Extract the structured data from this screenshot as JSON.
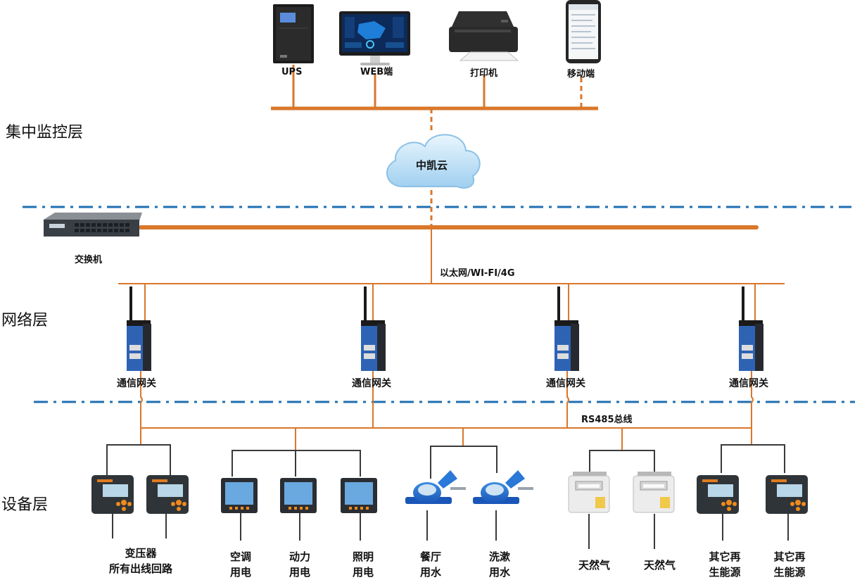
{
  "layers": {
    "monitoring": "集中监控层",
    "network": "网络层",
    "device": "设备层"
  },
  "top_devices": {
    "ups": "UPS",
    "web": "WEB端",
    "printer": "打印机",
    "mobile": "移动端"
  },
  "cloud": {
    "label": "中凯云"
  },
  "switch": {
    "label": "交换机"
  },
  "ethernet_label": "以太网/WI-FI/4G",
  "gateways": [
    "通信网关",
    "通信网关",
    "通信网关",
    "通信网关"
  ],
  "rs485_label": "RS485总线",
  "field_devices": {
    "transformer": [
      "变压器",
      "所有出线回路"
    ],
    "ac": [
      "空调",
      "用电"
    ],
    "power": [
      "动力",
      "用电"
    ],
    "lighting": [
      "照明",
      "用电"
    ],
    "canteen": [
      "餐厅",
      "用水"
    ],
    "washroom": [
      "洗漱",
      "用水"
    ],
    "gas1": "天然气",
    "gas2": "天然气",
    "renew1": [
      "其它再",
      "生能源"
    ],
    "renew2": [
      "其它再",
      "生能源"
    ]
  },
  "colors": {
    "bus_orange": "#d9772b",
    "layer_divider": "#1f6fb2",
    "cloud_fill": "#bfe0f5",
    "meter_dark": "#2f3438",
    "gateway_blue": "#2e63b4"
  }
}
